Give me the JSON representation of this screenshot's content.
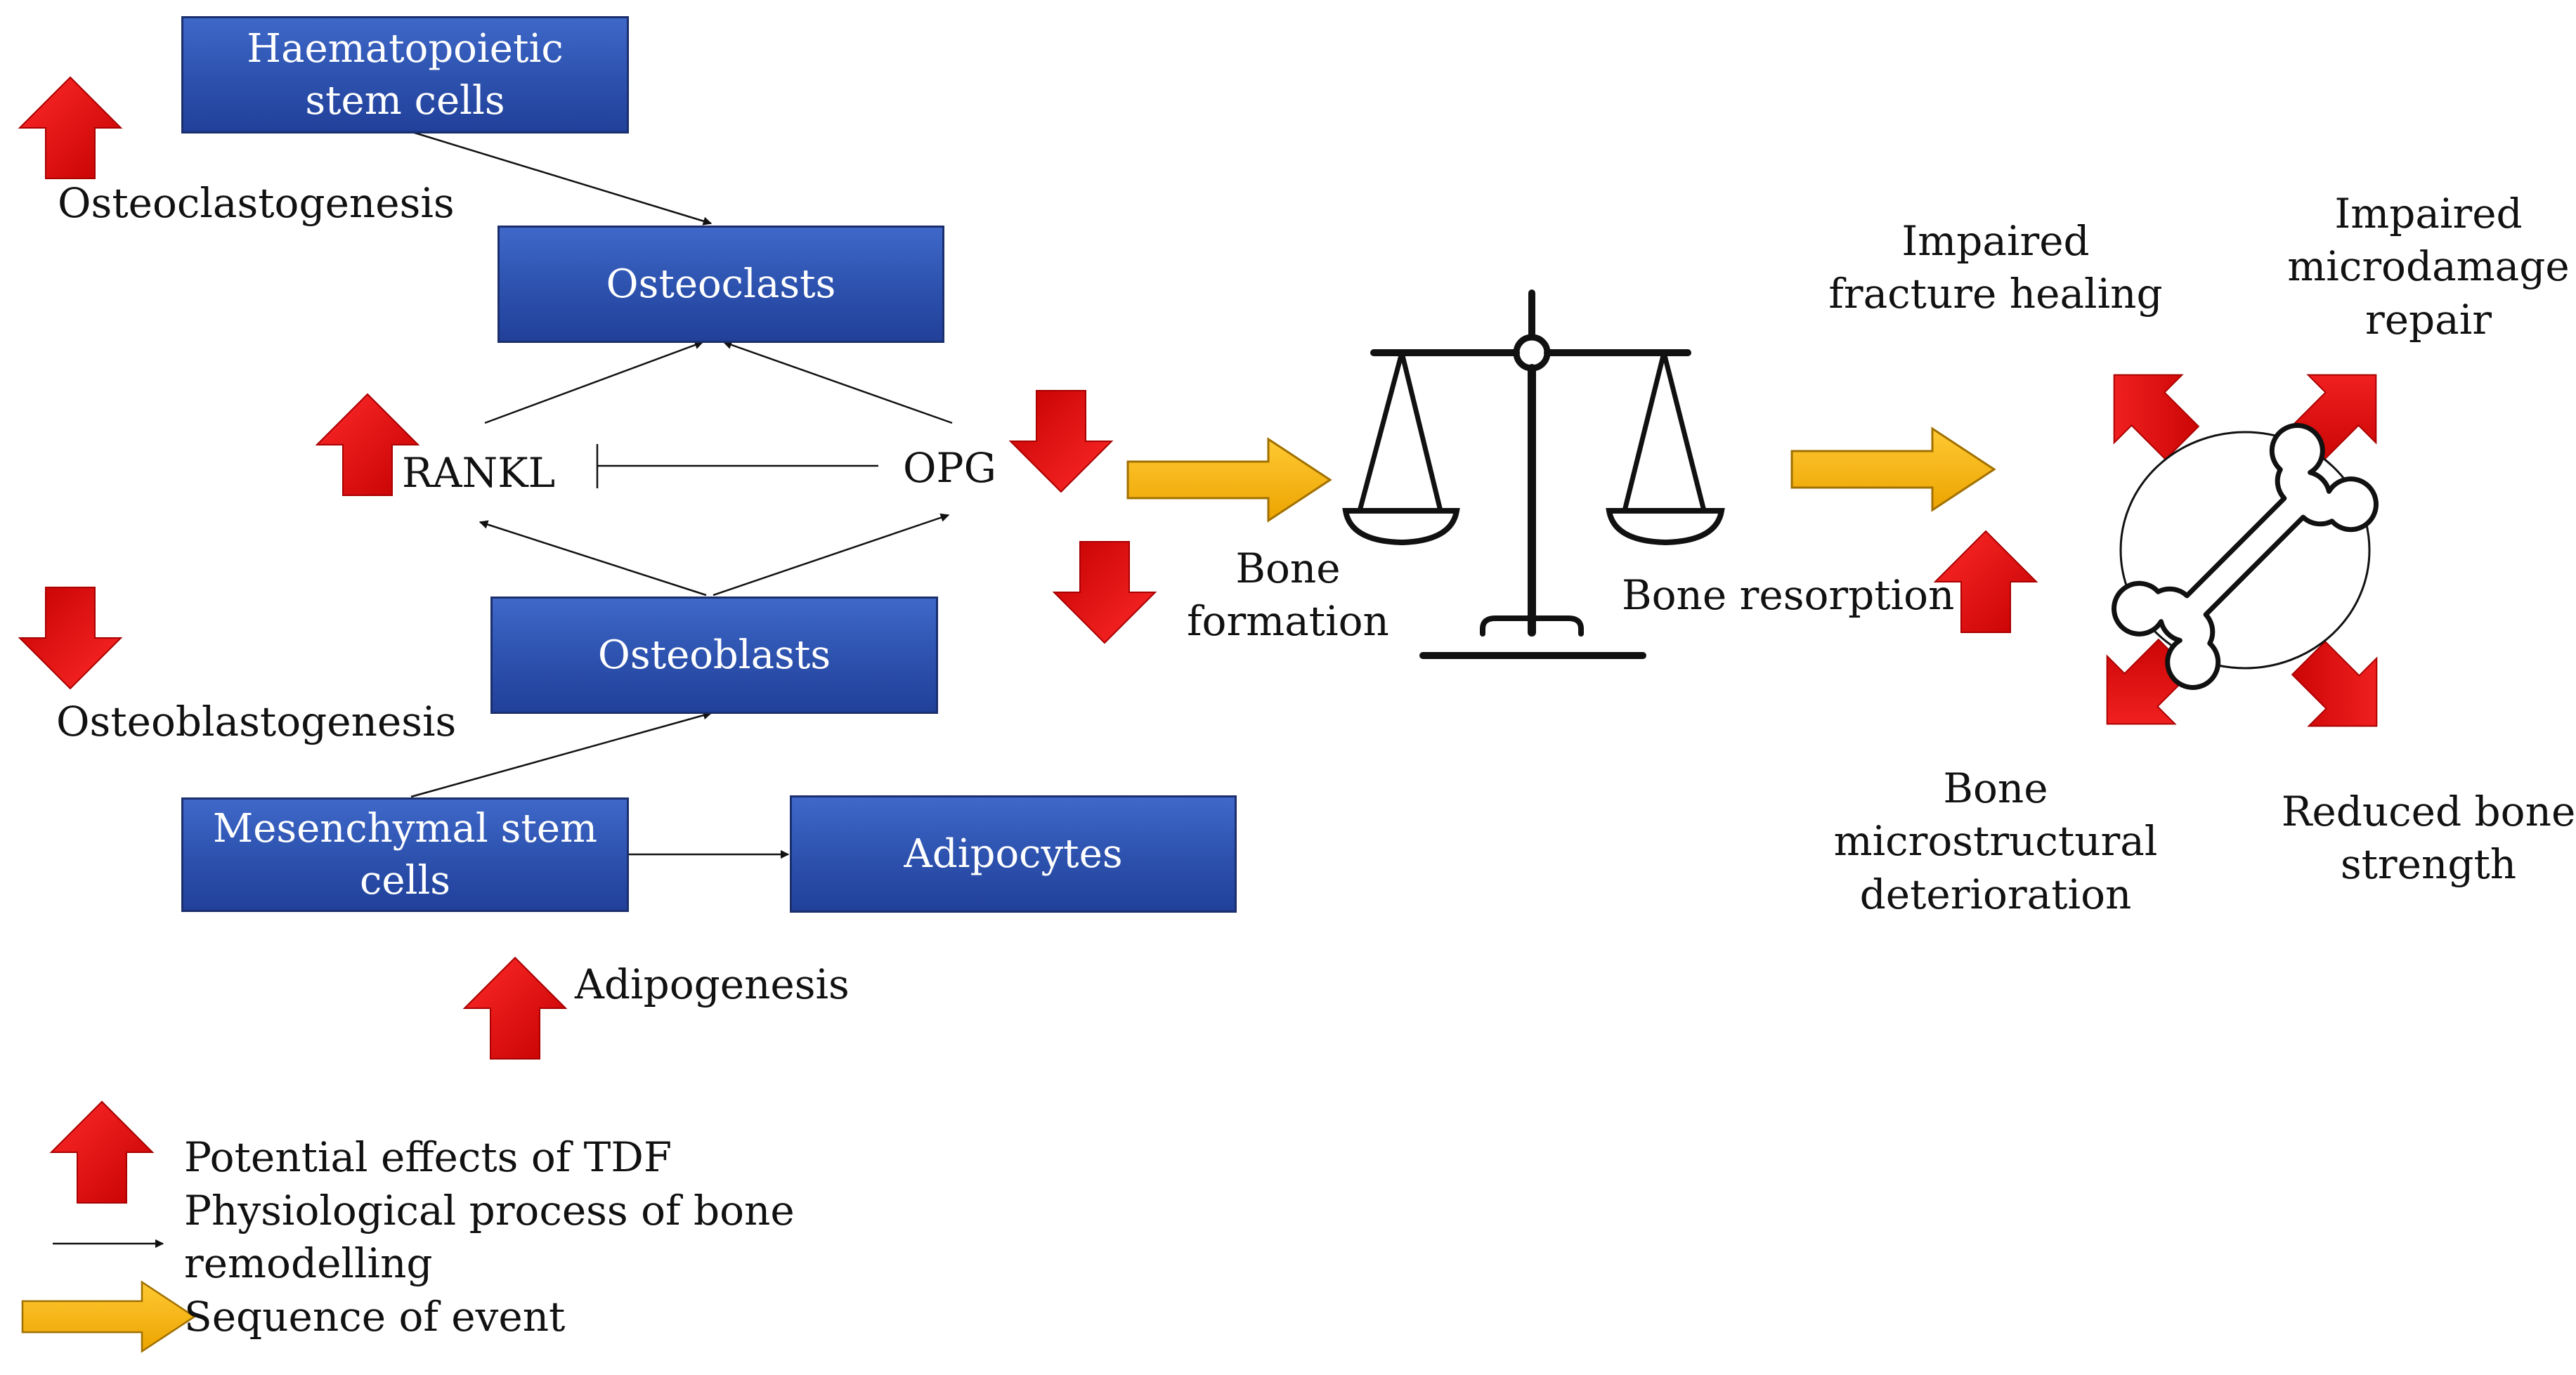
{
  "boxes": {
    "haematopoietic": [
      "Haematopoietic",
      "stem cells"
    ],
    "osteoclasts": "Osteoclasts",
    "osteoblasts": "Osteoblasts",
    "mesenchymal": [
      "Mesenchymal stem",
      "cells"
    ],
    "adipocytes": "Adipocytes"
  },
  "labels": {
    "osteoclastogenesis": "Osteoclastogenesis",
    "osteoblastogenesis": "Osteoblastogenesis",
    "adipogenesis": "Adipogenesis",
    "rankl": "RANKL",
    "opg": "OPG",
    "bone_formation": [
      "Bone",
      "formation"
    ],
    "bone_resorption": "Bone resorption"
  },
  "outcomes": {
    "impaired_fracture_healing": [
      "Impaired",
      "fracture healing"
    ],
    "impaired_microdamage_repair": [
      "Impaired",
      "microdamage",
      "repair"
    ],
    "bone_microstructural_deterioration": [
      "Bone",
      "microstructural",
      "deterioration"
    ],
    "reduced_bone_strength": [
      "Reduced bone",
      "strength"
    ]
  },
  "legend": {
    "tdf_effects": "Potential effects of TDF",
    "physiological_process": [
      "Physiological process of bone",
      "remodelling"
    ],
    "sequence": "Sequence of event"
  },
  "colors": {
    "box_fill": "#2c51ad",
    "box_border": "#1b2f6e",
    "red_arrow": "#e10000",
    "yellow_arrow": "#f7b500",
    "line": "#111111"
  },
  "icons": [
    "red-up-arrow-icon",
    "red-down-arrow-icon",
    "yellow-right-arrow-icon",
    "balance-scale-icon",
    "bone-icon"
  ]
}
